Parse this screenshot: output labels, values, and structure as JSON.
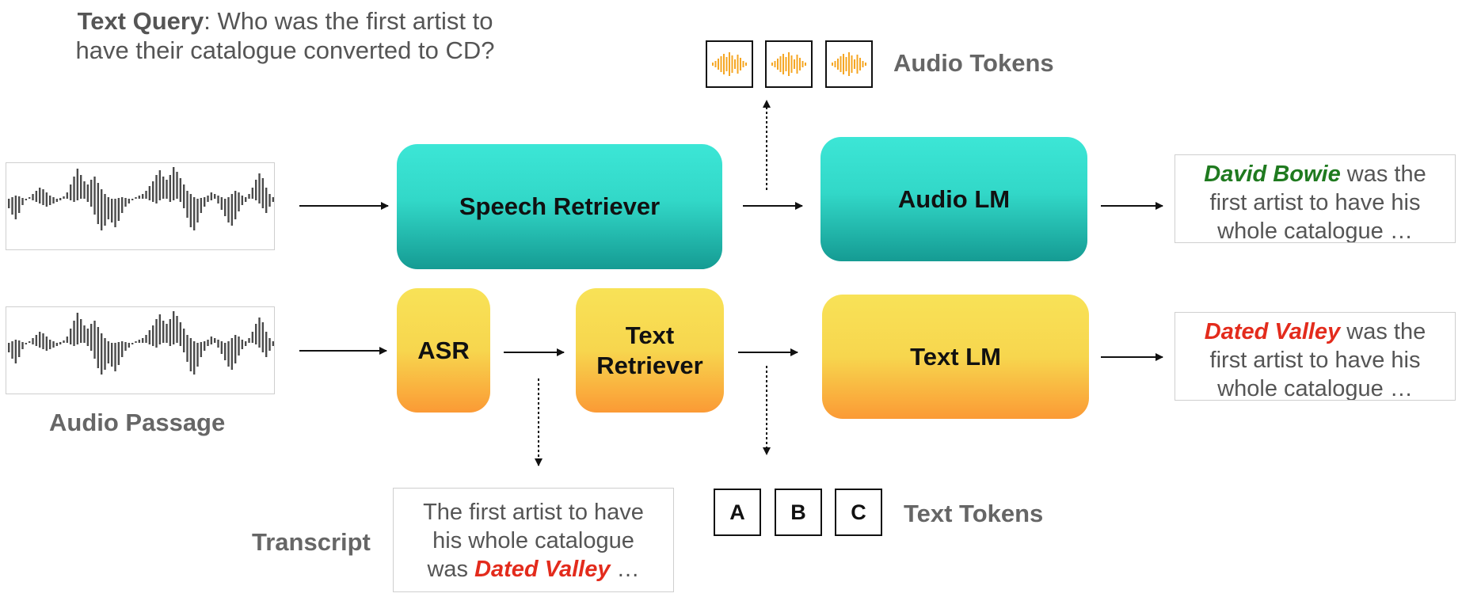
{
  "query": {
    "label": "Text Query",
    "line1_rest": ": Who was the first artist to",
    "line2": "have their catalogue converted to CD?"
  },
  "labels": {
    "audio_tokens": "Audio Tokens",
    "text_tokens": "Text Tokens",
    "audio_passage": "Audio Passage",
    "transcript": "Transcript"
  },
  "boxes": {
    "speech_retriever": "Speech Retriever",
    "audio_lm": "Audio LM",
    "asr": "ASR",
    "text_retriever_line1": "Text",
    "text_retriever_line2": "Retriever",
    "text_lm": "Text LM"
  },
  "outputs": {
    "audio": {
      "answer": "David Bowie",
      "rest1": " was the",
      "line2": "first artist to have his",
      "line3": "whole catalogue …"
    },
    "text": {
      "answer": "Dated Valley",
      "rest1": " was the",
      "line2": "first artist to have his",
      "line3": "whole catalogue …"
    }
  },
  "transcript": {
    "line1": "The first artist to have",
    "line2": "his whole catalogue",
    "line3_pre": "was ",
    "line3_highlight": "Dated Valley",
    "line3_post": " …"
  },
  "text_tokens": [
    "A",
    "B",
    "C"
  ],
  "colors": {
    "teal": "#32d8c8",
    "yellow": "#f7d64e",
    "orange": "#fb9a35",
    "waveform_orange": "#f5a623",
    "correct_green": "#1f7a1f",
    "wrong_red": "#e32b1c"
  }
}
